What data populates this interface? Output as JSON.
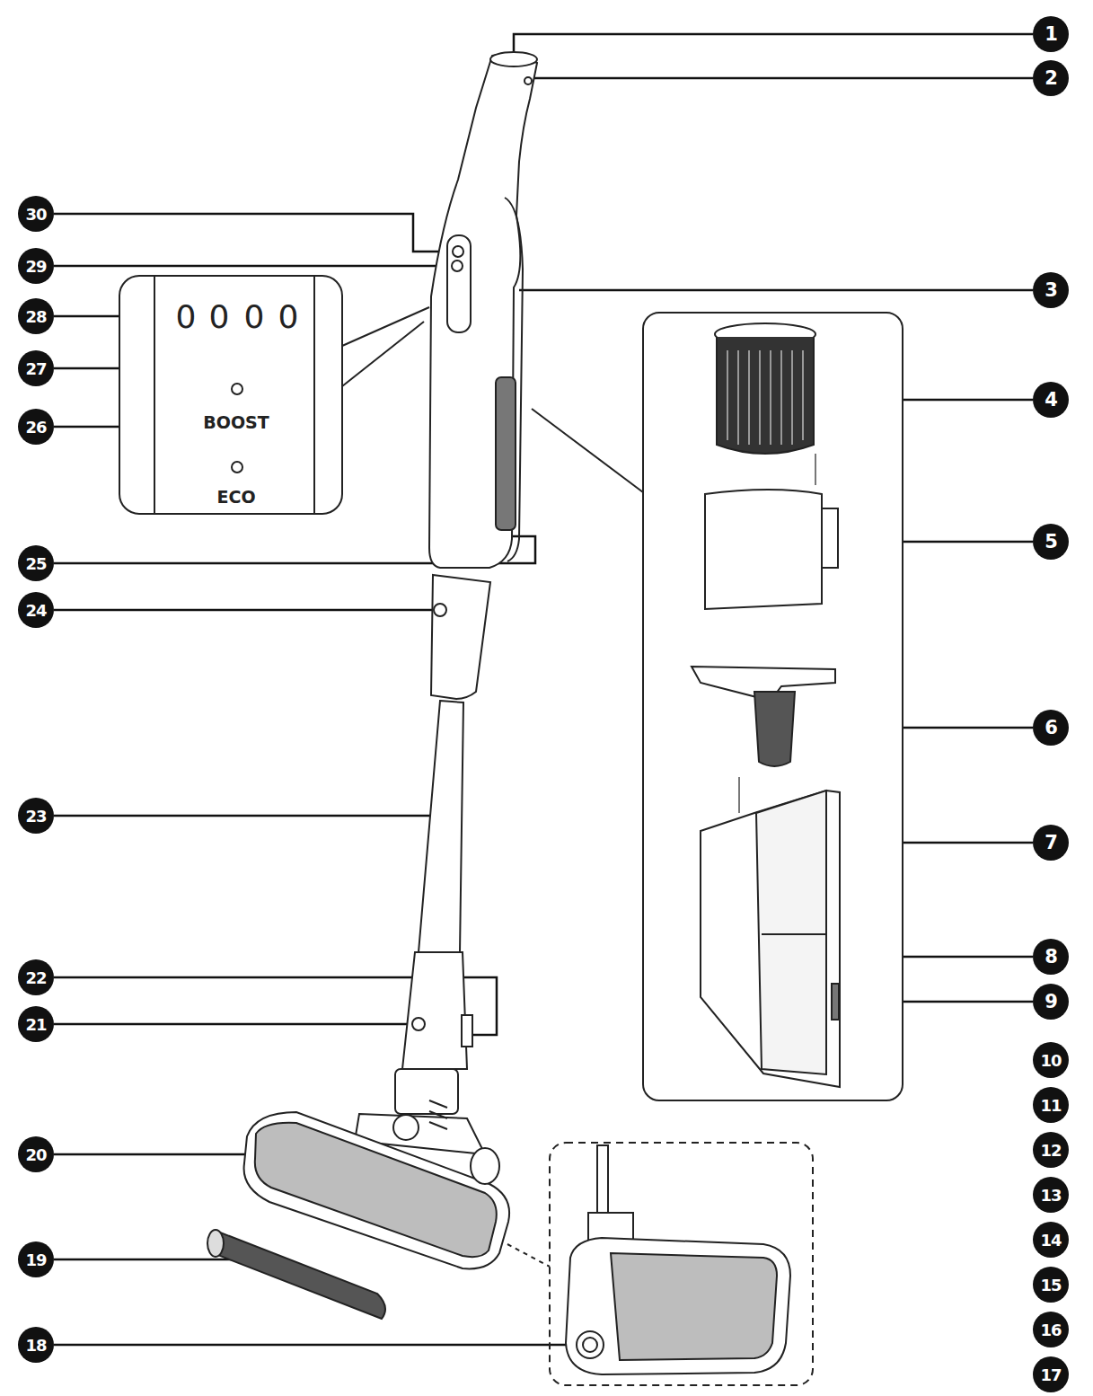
{
  "diagram": {
    "labels": [
      "1",
      "2",
      "3",
      "4",
      "5",
      "6",
      "7",
      "8",
      "9",
      "10",
      "11",
      "12",
      "13",
      "14",
      "15",
      "16",
      "17",
      "18",
      "19",
      "20",
      "21",
      "22",
      "23",
      "24",
      "25",
      "26",
      "27",
      "28",
      "29",
      "30",
      "0",
      "0",
      "0",
      "0",
      "BOOST",
      "ECO"
    ]
  }
}
